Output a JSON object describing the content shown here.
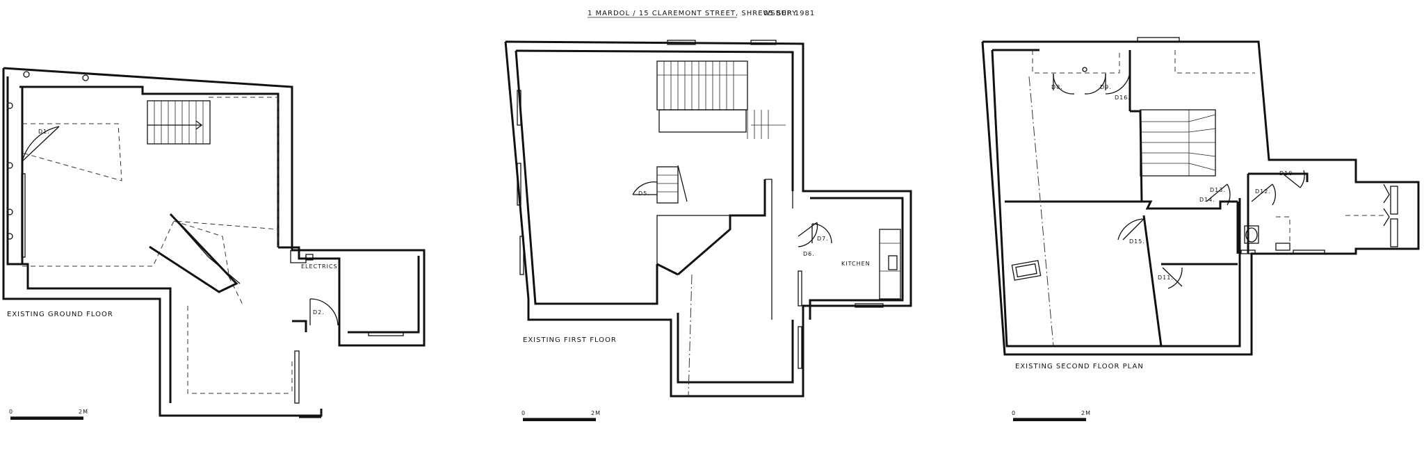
{
  "sheet": {
    "title": "1 MARDOL / 15 CLAREMONT STREET, SHREWSBURY",
    "date": "05 SEP 1981"
  },
  "plans": [
    {
      "id": "ground",
      "title": "EXISTING GROUND FLOOR",
      "scale_start": "0",
      "scale_end": "2M",
      "doors": [
        "D1.",
        "D2."
      ],
      "rooms": [
        "ELECTRICS"
      ]
    },
    {
      "id": "first",
      "title": "EXISTING FIRST FLOOR",
      "scale_start": "0",
      "scale_end": "2M",
      "doors": [
        "D5.",
        "D6.",
        "D7."
      ],
      "rooms": [
        "KITCHEN"
      ]
    },
    {
      "id": "second",
      "title": "EXISTING SECOND FLOOR PLAN",
      "scale_start": "0",
      "scale_end": "2M",
      "doors": [
        "D8.",
        "D9.",
        "D10",
        "D11.",
        "D12.",
        "D13.",
        "D14.",
        "D15.",
        "D16."
      ],
      "rooms": []
    }
  ]
}
